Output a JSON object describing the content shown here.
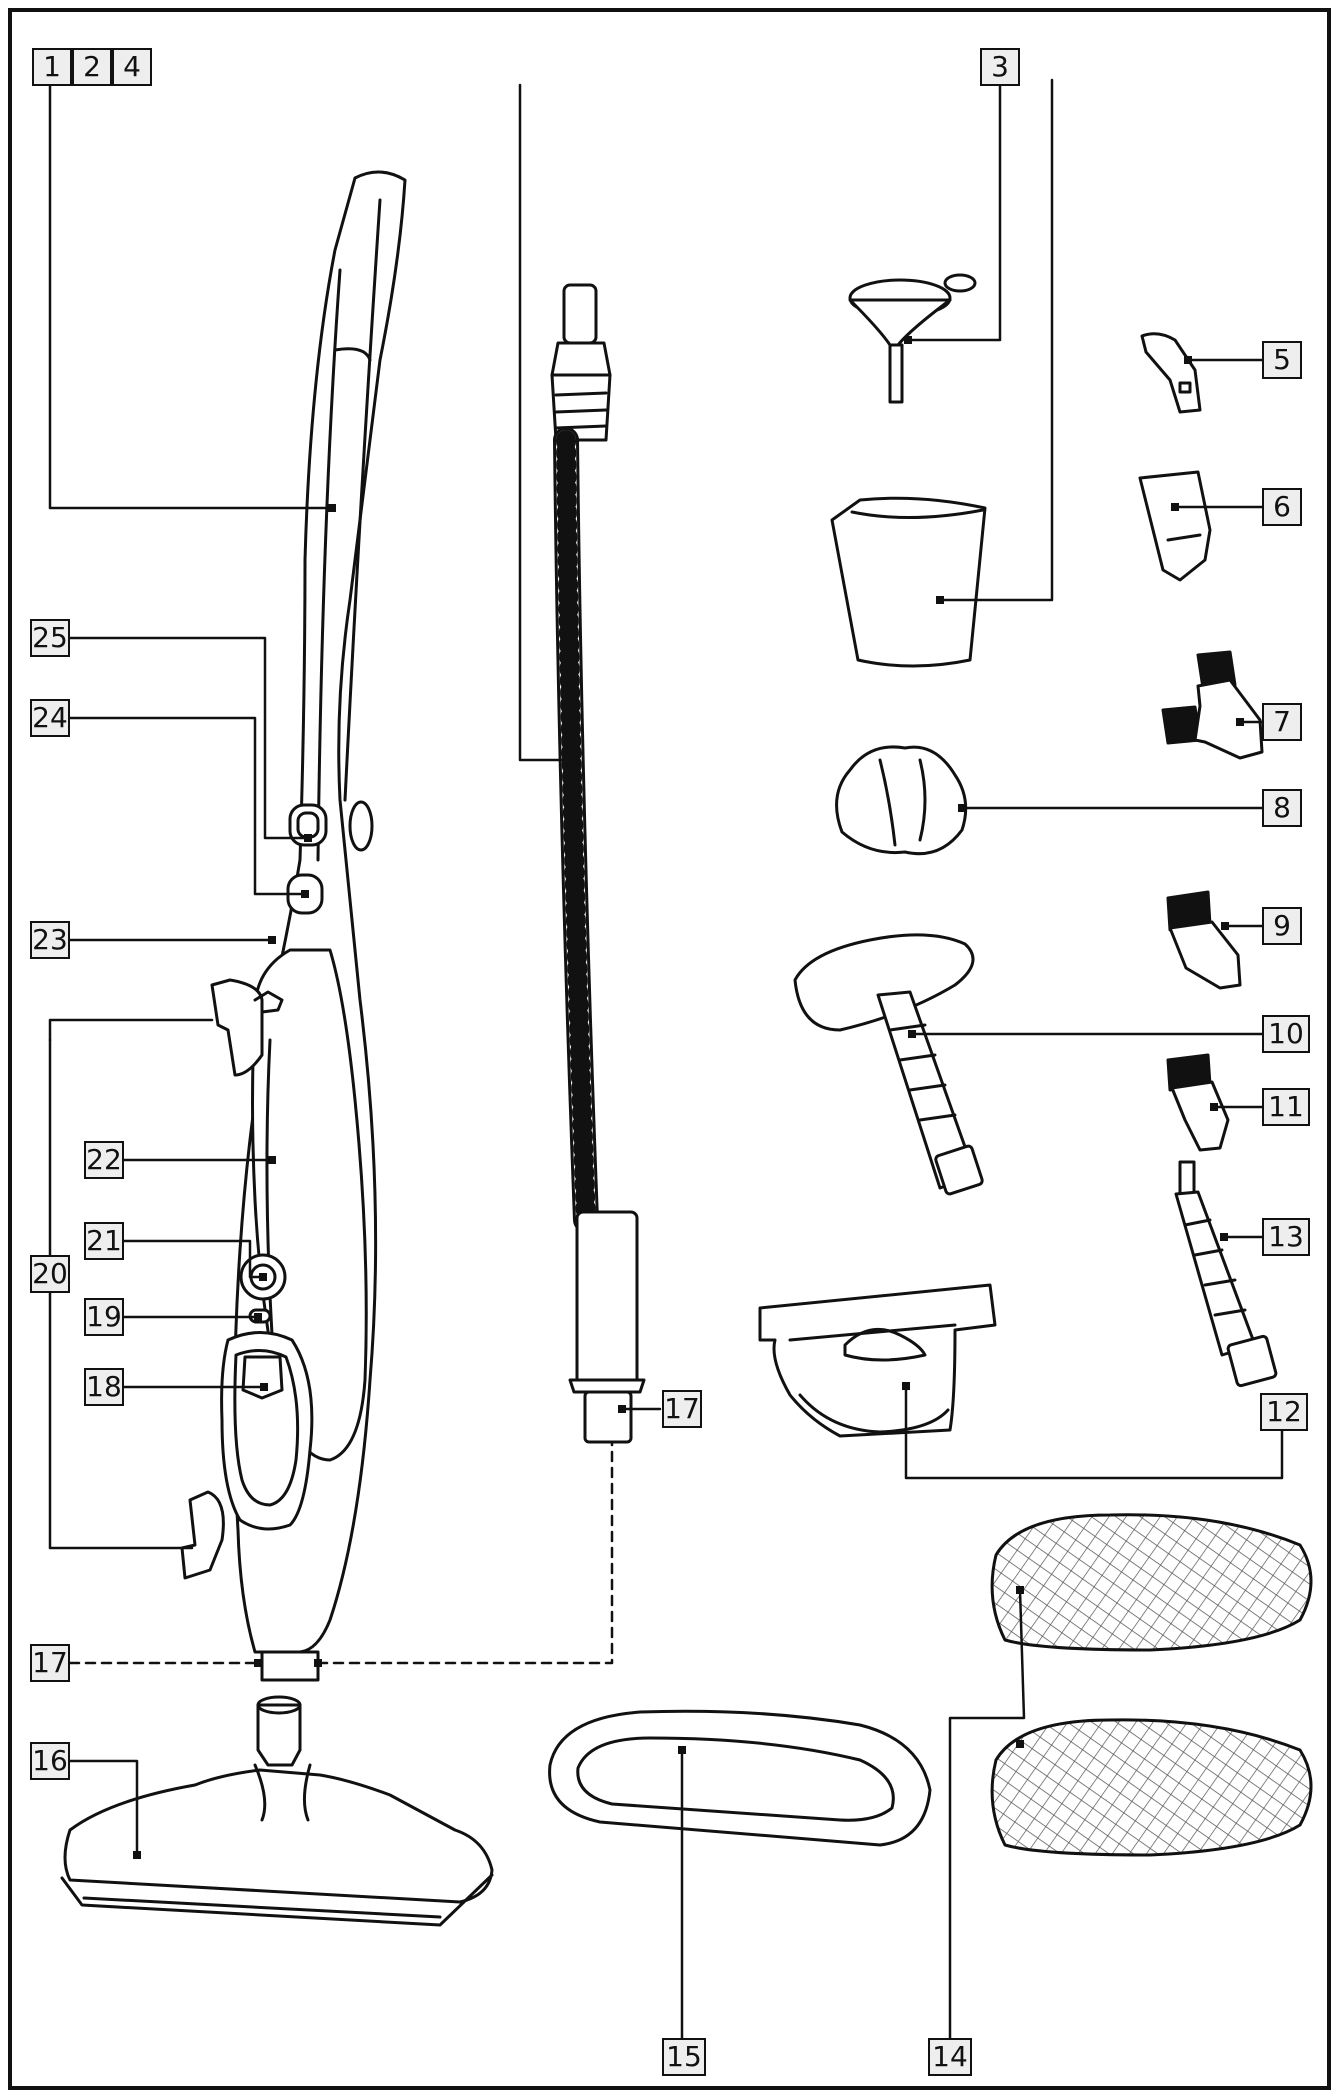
{
  "labels": {
    "l1": "1",
    "l2": "2",
    "l4": "4",
    "l3": "3",
    "l5": "5",
    "l6": "6",
    "l7": "7",
    "l8": "8",
    "l9": "9",
    "l10": "10",
    "l11": "11",
    "l12": "12",
    "l13": "13",
    "l14": "14",
    "l15": "15",
    "l16": "16",
    "l17a": "17",
    "l17b": "17",
    "l18": "18",
    "l19": "19",
    "l20": "20",
    "l21": "21",
    "l22": "22",
    "l23": "23",
    "l24": "24",
    "l25": "25"
  },
  "colors": {
    "line": "#111111",
    "fill": "#ffffff",
    "label_bg": "#eeeeee",
    "mesh": "#555555"
  },
  "icons": {
    "steam_mop": "steam-mop-body-icon",
    "hose": "flexible-hose-icon",
    "funnel": "funnel-icon",
    "cup": "measuring-cup-icon",
    "cloth": "cloth-icon",
    "pads": "microfibre-pads-icon"
  }
}
